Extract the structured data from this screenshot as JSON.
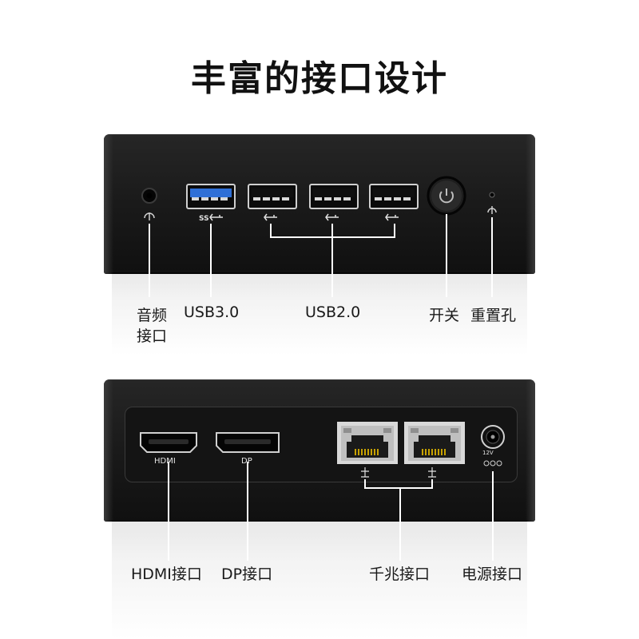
{
  "title": "丰富的接口设计",
  "front_panel": {
    "labels": {
      "audio_line1": "音频",
      "audio_line2": "接口",
      "usb3": "USB3.0",
      "usb2": "USB2.0",
      "power_switch": "开关",
      "reset": "重置孔"
    }
  },
  "rear_panel": {
    "port_markings": {
      "hdmi": "HDMI",
      "dp": "DP",
      "dc_voltage": "12V"
    },
    "labels": {
      "hdmi": "HDMI接口",
      "dp": "DP接口",
      "ethernet": "千兆接口",
      "power": "电源接口"
    }
  },
  "colors": {
    "device_body": "#1b1b1b",
    "usb3_port": "#2f6fd6",
    "usb2_port": "#0f0f0f",
    "callout_line": "#ffffff",
    "label_text": "#1a1a1a"
  }
}
